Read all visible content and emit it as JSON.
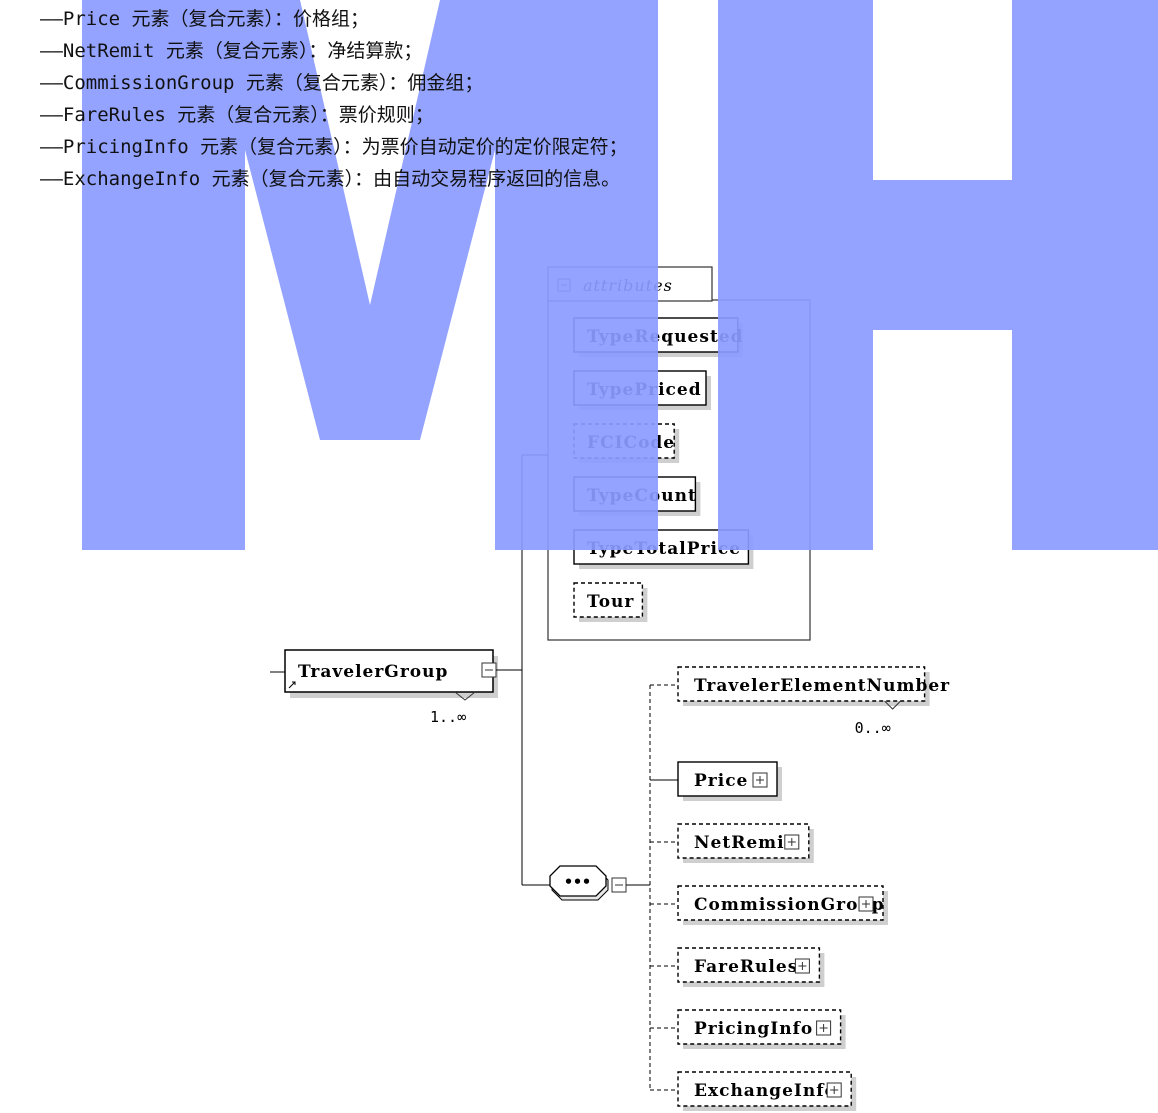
{
  "description_lines": [
    "——Price 元素（复合元素）：价格组；",
    "——NetRemit 元素（复合元素）：净结算款；",
    "——CommissionGroup 元素（复合元素）：佣金组；",
    "——FareRules 元素（复合元素）：票价规则；",
    "——PricingInfo 元素（复合元素）：为票价自动定价的定价限定符；",
    "——ExchangeInfo 元素（复合元素）：由自动交易程序返回的信息。"
  ],
  "watermark": "MH",
  "colors": {
    "watermark": "#8b9bff"
  },
  "diagram": {
    "root": {
      "name": "TravelerGroup",
      "occurrence": "1..∞"
    },
    "attributes_header": "attributes",
    "attributes": [
      {
        "name": "TypeRequested",
        "optional": false
      },
      {
        "name": "TypePriced",
        "optional": false
      },
      {
        "name": "FCICode",
        "optional": true
      },
      {
        "name": "TypeCount",
        "optional": false
      },
      {
        "name": "TypeTotalPrice",
        "optional": false
      },
      {
        "name": "Tour",
        "optional": true
      }
    ],
    "sequence_symbol": "•••",
    "children": [
      {
        "name": "TravelerElementNumber",
        "optional": true,
        "expandable": false,
        "occurrence": "0..∞"
      },
      {
        "name": "Price",
        "optional": false,
        "expandable": true
      },
      {
        "name": "NetRemit",
        "optional": true,
        "expandable": true
      },
      {
        "name": "CommissionGroup",
        "optional": true,
        "expandable": true
      },
      {
        "name": "FareRules",
        "optional": true,
        "expandable": true
      },
      {
        "name": "PricingInfo",
        "optional": true,
        "expandable": true
      },
      {
        "name": "ExchangeInfo",
        "optional": true,
        "expandable": true
      }
    ]
  }
}
